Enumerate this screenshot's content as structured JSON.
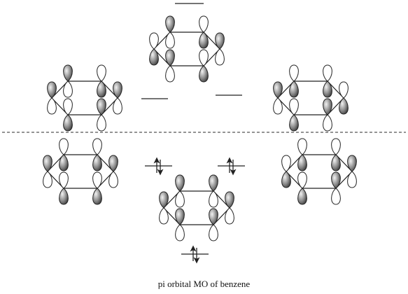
{
  "caption": "pi orbital MO of benzene",
  "colors": {
    "line": "#222222",
    "shade_light": "#f2f2f2",
    "shade_dark": "#3a3a3a",
    "divider": "#555555"
  },
  "orbitals": [
    {
      "id": "mo6",
      "level": "antibonding-top",
      "top_shaded": [
        true,
        false,
        true,
        false,
        true,
        false
      ]
    },
    {
      "id": "mo4",
      "level": "antibonding-degenerate-left",
      "top_shaded": [
        true,
        false,
        true,
        true,
        false,
        true
      ]
    },
    {
      "id": "mo5",
      "level": "antibonding-degenerate-right",
      "top_shaded": [
        false,
        false,
        false,
        true,
        false,
        true
      ]
    },
    {
      "id": "mo2",
      "level": "bonding-degenerate-left",
      "top_shaded": [
        false,
        false,
        true,
        false,
        false,
        true
      ]
    },
    {
      "id": "mo3",
      "level": "bonding-degenerate-right",
      "top_shaded": [
        false,
        false,
        true,
        true,
        false,
        false
      ]
    },
    {
      "id": "mo1",
      "level": "bonding-lowest",
      "top_shaded": [
        true,
        true,
        true,
        true,
        true,
        true
      ]
    }
  ],
  "electrons": [
    {
      "level": "bonding-degenerate-left",
      "count": 2
    },
    {
      "level": "bonding-degenerate-right",
      "count": 2
    },
    {
      "level": "bonding-lowest",
      "count": 2
    }
  ]
}
